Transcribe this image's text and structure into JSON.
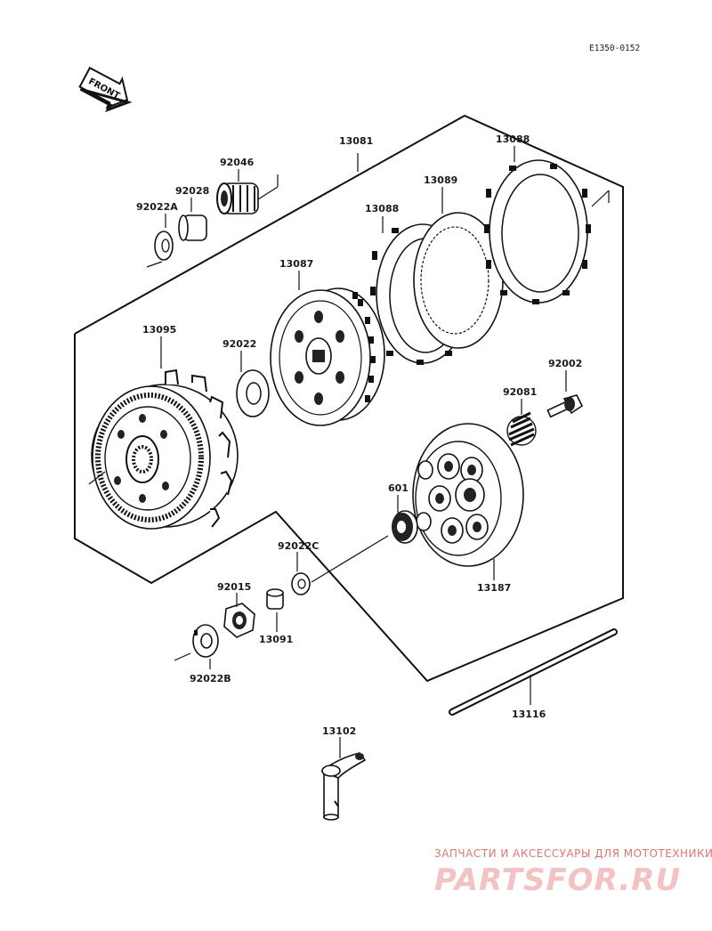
{
  "diagram_code": "E1350-0152",
  "front_label": "FRONT",
  "parts": {
    "p13081": "13081",
    "p13088a": "13088",
    "p13088b": "13088",
    "p13089": "13089",
    "p92046": "92046",
    "p92028": "92028",
    "p92022a": "92022A",
    "p13087": "13087",
    "p13095": "13095",
    "p92022": "92022",
    "p92002": "92002",
    "p92081": "92081",
    "p601": "601",
    "p92022c": "92022C",
    "p13187": "13187",
    "p92015": "92015",
    "p13091": "13091",
    "p92022b": "92022B",
    "p13116": "13116",
    "p13102": "13102"
  },
  "watermark": {
    "subtitle": "ЗАПЧАСТИ И АКСЕССУАРЫ ДЛЯ МОТОТЕХНИКИ",
    "brand": "PARTSFOR.RU"
  }
}
